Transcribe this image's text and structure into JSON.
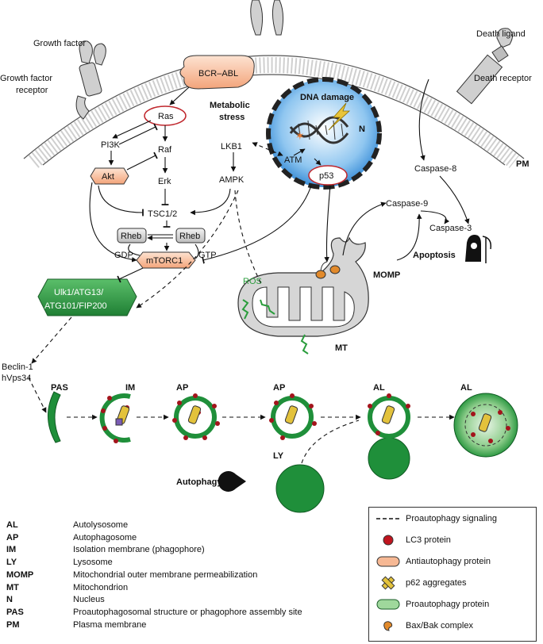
{
  "labels": {
    "growth_factor": "Growth factor",
    "growth_factor_receptor_1": "Growth factor",
    "growth_factor_receptor_2": "receptor",
    "death_ligand": "Death ligand",
    "death_receptor": "Death receptor",
    "pm": "PM",
    "bcr_abl": "BCR–ABL",
    "ras": "Ras",
    "pi3k": "PI3K",
    "raf": "Raf",
    "erk": "Erk",
    "akt": "Akt",
    "metabolic_stress_1": "Metabolic",
    "metabolic_stress_2": "stress",
    "lkb1": "LKB1",
    "ampk": "AMPK",
    "tsc": "TSC1/2",
    "rheb": "Rheb",
    "gdp": "GDP",
    "gtp": "GTP",
    "mtorc1": "mTORC1",
    "ulk_1": "Ulk1/ATG13/",
    "ulk_2": "ATG101/FIP200",
    "dna_damage": "DNA damage",
    "n": "N",
    "atm": "ATM",
    "p53": "p53",
    "caspase8": "Caspase-8",
    "caspase9": "Caspase-9",
    "caspase3": "Caspase-3",
    "apoptosis": "Apoptosis",
    "momp": "MOMP",
    "ros": "ROS",
    "mt": "MT",
    "beclin_1": "Beclin-1",
    "beclin_2": "hVps34",
    "pas": "PAS",
    "im": "IM",
    "ap1": "AP",
    "ap2": "AP",
    "al1": "AL",
    "al2": "AL",
    "ly": "LY",
    "autophagy": "Autophagy"
  },
  "abbreviations": [
    {
      "key": "AL",
      "value": "Autolysosome"
    },
    {
      "key": "AP",
      "value": "Autophagosome"
    },
    {
      "key": "IM",
      "value": "Isolation membrane (phagophore)"
    },
    {
      "key": "LY",
      "value": "Lysosome"
    },
    {
      "key": "MOMP",
      "value": "Mitochondrial outer membrane permeabilization"
    },
    {
      "key": "MT",
      "value": "Mitochondrion"
    },
    {
      "key": "N",
      "value": "Nucleus"
    },
    {
      "key": "PAS",
      "value": "Proautophagosomal structure or phagophore assembly site"
    },
    {
      "key": "PM",
      "value": "Plasma membrane"
    }
  ],
  "legend": [
    {
      "label": "Proautophagy signaling",
      "icon": "dashed-line"
    },
    {
      "label": "LC3 protein",
      "icon": "red-dot"
    },
    {
      "label": "Antiautophagy protein",
      "icon": "orange-capsule"
    },
    {
      "label": "p62 aggregates",
      "icon": "yellow-cross"
    },
    {
      "label": "Proautophagy protein",
      "icon": "green-capsule"
    },
    {
      "label": "Bax/Bak complex",
      "icon": "bean"
    }
  ],
  "colors": {
    "antiautophagy": "#f6b894",
    "proautophagy": "#1f8f3a",
    "membrane": "#bdbdbd",
    "nucleus": "#5aa7e6",
    "ras_oval": "#c0272d",
    "lc3": "#a3141c",
    "p62": "#e3c23c",
    "ros": "#2a9d3c"
  }
}
